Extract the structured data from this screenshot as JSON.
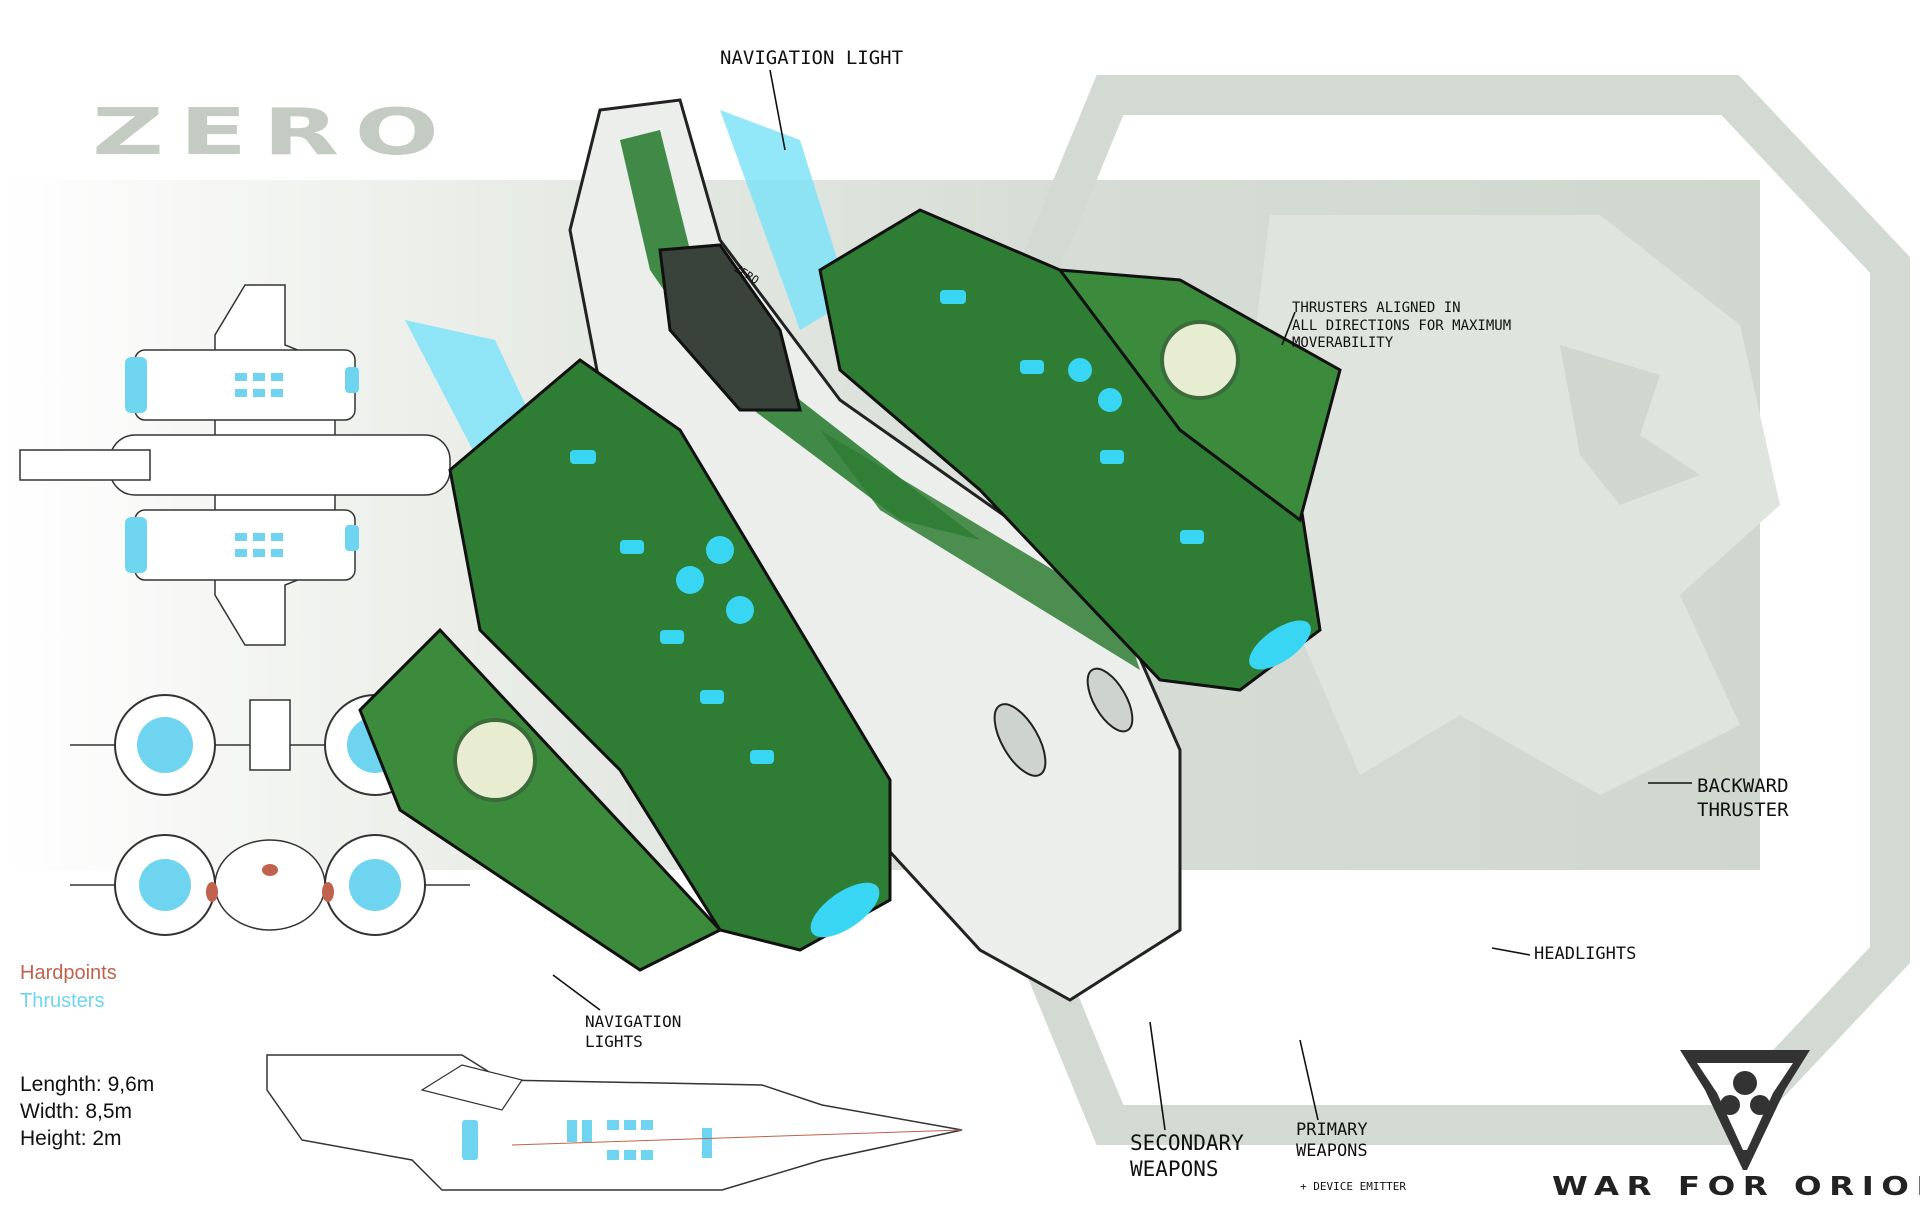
{
  "title": "ZERO",
  "annotations": {
    "navigation_light": "NAVIGATION LIGHT",
    "thrusters_aligned": "THRUSTERS ALIGNED IN\nALL DIRECTIONS FOR MAXIMUM\nMOVERABILITY",
    "backward_thruster": "BACKWARD\nTHRUSTER",
    "headlights": "HEADLIGHTS",
    "primary_weapons": "PRIMARY\nWEAPONS",
    "device_emitter": "+ DEVICE EMITTER",
    "secondary_weapons": "SECONDARY\nWEAPONS",
    "navigation_lights": "NAVIGATION\nLIGHTS",
    "hull_marking": "ZERO"
  },
  "legend": {
    "hardpoints": "Hardpoints",
    "thrusters": "Thrusters",
    "hardpoints_color": "#c0624d",
    "thrusters_color": "#6fd4f0"
  },
  "specs": {
    "length": "Lenghth: 9,6m",
    "width": "Width: 8,5m",
    "height": "Height: 2m"
  },
  "brand": {
    "name": "WAR FOR ORION",
    "logo_icon": "triangle-orb-logo-icon"
  },
  "colors": {
    "hull_green": "#2f7d34",
    "hull_dark": "#1f5a25",
    "hull_white": "#eceeec",
    "glow_cyan": "#38d6f2",
    "panel_gray": "#cfd7cf"
  }
}
